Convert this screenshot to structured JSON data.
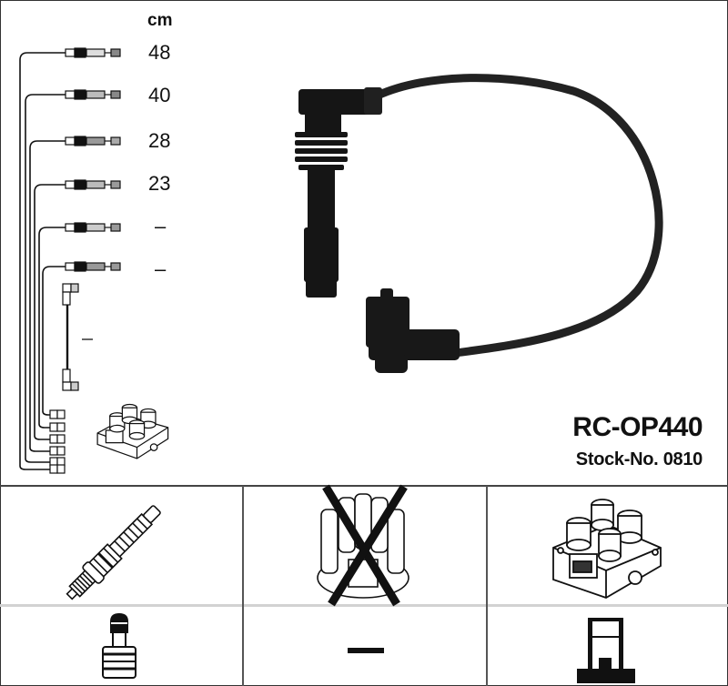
{
  "product": {
    "model": "RC-OP440",
    "stock_number": "Stock-No. 0810"
  },
  "cable_legend": {
    "unit": "cm",
    "leads": [
      {
        "index": 1,
        "length": "48"
      },
      {
        "index": 2,
        "length": "40"
      },
      {
        "index": 3,
        "length": "28"
      },
      {
        "index": 4,
        "length": "23"
      },
      {
        "index": 5,
        "length": "–"
      },
      {
        "index": 6,
        "length": "–"
      }
    ],
    "coil_lead_length": "–"
  },
  "application_grid": {
    "row1": [
      {
        "item": "spark-plug",
        "status": "applicable"
      },
      {
        "item": "distributor-cap",
        "status": "not-applicable"
      },
      {
        "item": "ignition-coil",
        "status": "applicable"
      }
    ],
    "row2": [
      {
        "item": "spark-plug-terminal",
        "value": ""
      },
      {
        "item": "distributor-terminal",
        "value": "—"
      },
      {
        "item": "coil-terminal",
        "value": ""
      }
    ]
  },
  "colors": {
    "line": "#111111",
    "grid": "#555555",
    "cable": "#1a1a1a"
  }
}
